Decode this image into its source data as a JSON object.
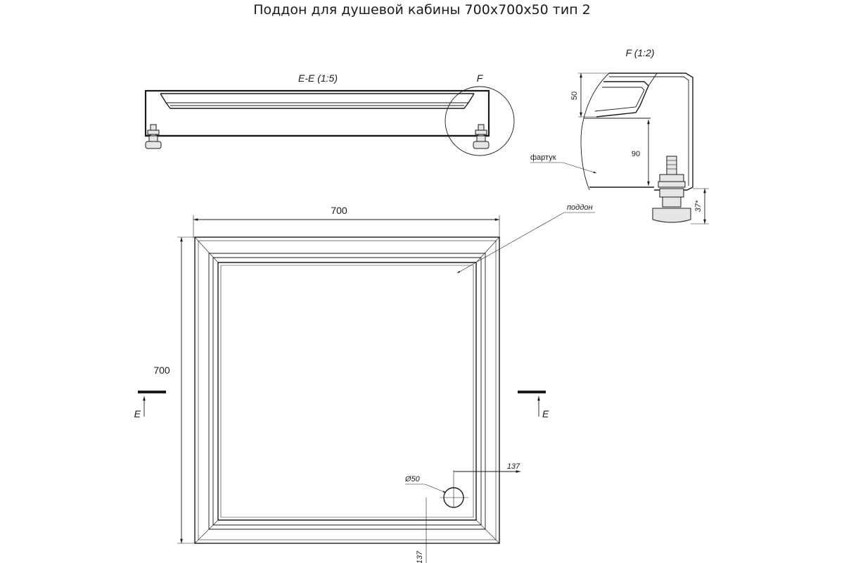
{
  "title": "Поддон для душевой кабины 700х700х50 тип 2",
  "section_view": {
    "label": "E-E (1:5)",
    "detail_callout": "F"
  },
  "detail_view": {
    "label": "F (1:2)",
    "dim_height": "50",
    "dim_leg": "90",
    "dim_foot": "37*",
    "callout_apron": "фартук"
  },
  "plan_view": {
    "dim_width": "700",
    "dim_height": "700",
    "callout_tray": "поддон",
    "drain_diameter": "Ø50",
    "drain_offset_x": "137",
    "drain_offset_y": "137",
    "section_mark_left": "E",
    "section_mark_right": "E"
  }
}
